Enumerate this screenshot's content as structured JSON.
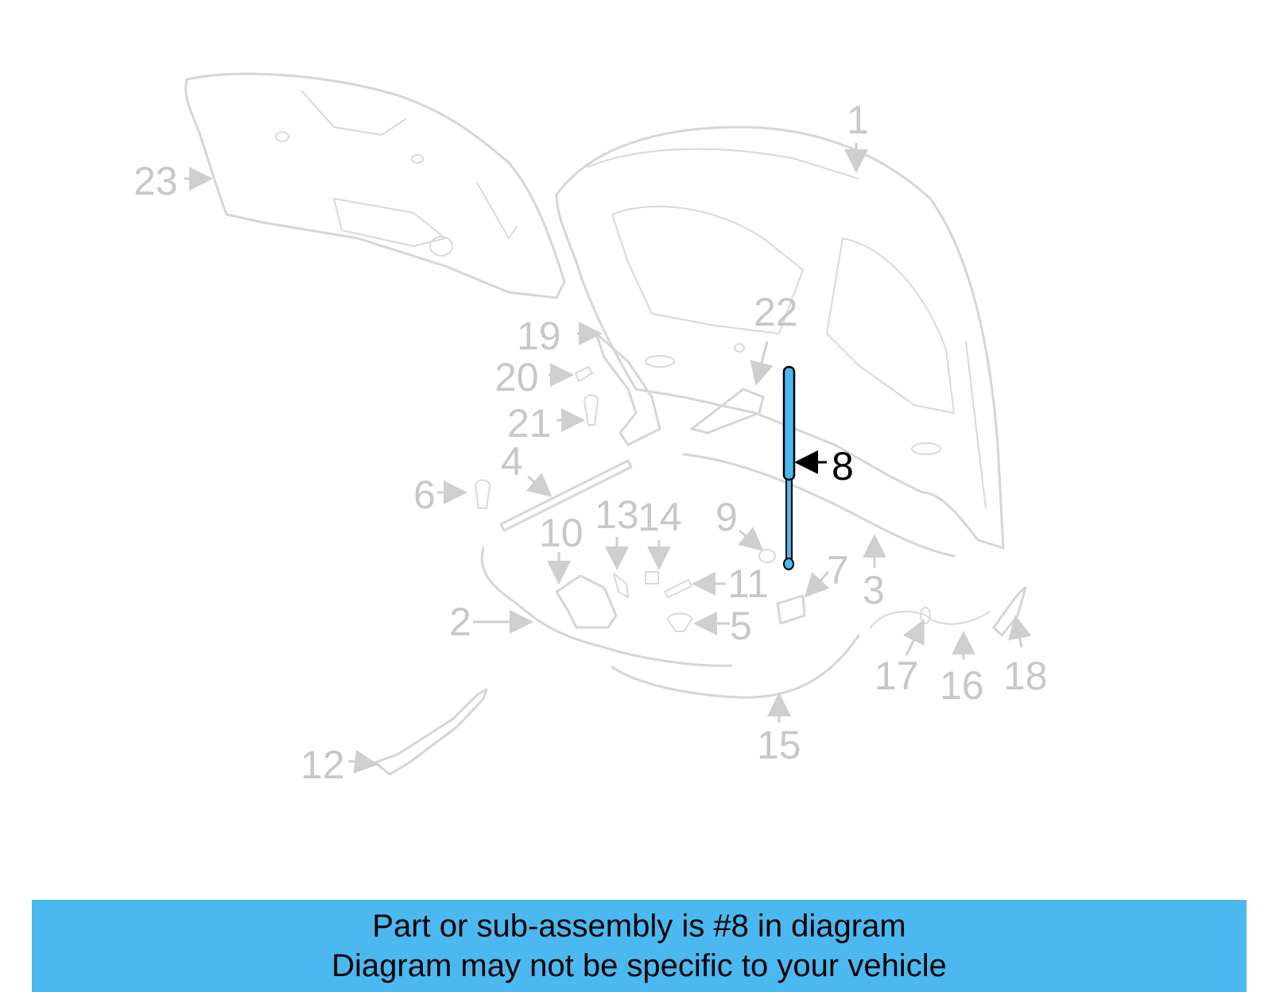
{
  "highlight_color": "#4cb8f0",
  "callouts": {
    "c1": "1",
    "c2": "2",
    "c3": "3",
    "c4": "4",
    "c5": "5",
    "c6": "6",
    "c7": "7",
    "c8": "8",
    "c9": "9",
    "c10": "10",
    "c11": "11",
    "c12": "12",
    "c13": "13",
    "c14": "14",
    "c15": "15",
    "c16": "16",
    "c17": "17",
    "c18": "18",
    "c19": "19",
    "c20": "20",
    "c21": "21",
    "c22": "22",
    "c23": "23"
  },
  "banner": {
    "line1": "Part or sub-assembly is #8 in diagram",
    "line2": "Diagram may not be specific to your vehicle"
  }
}
